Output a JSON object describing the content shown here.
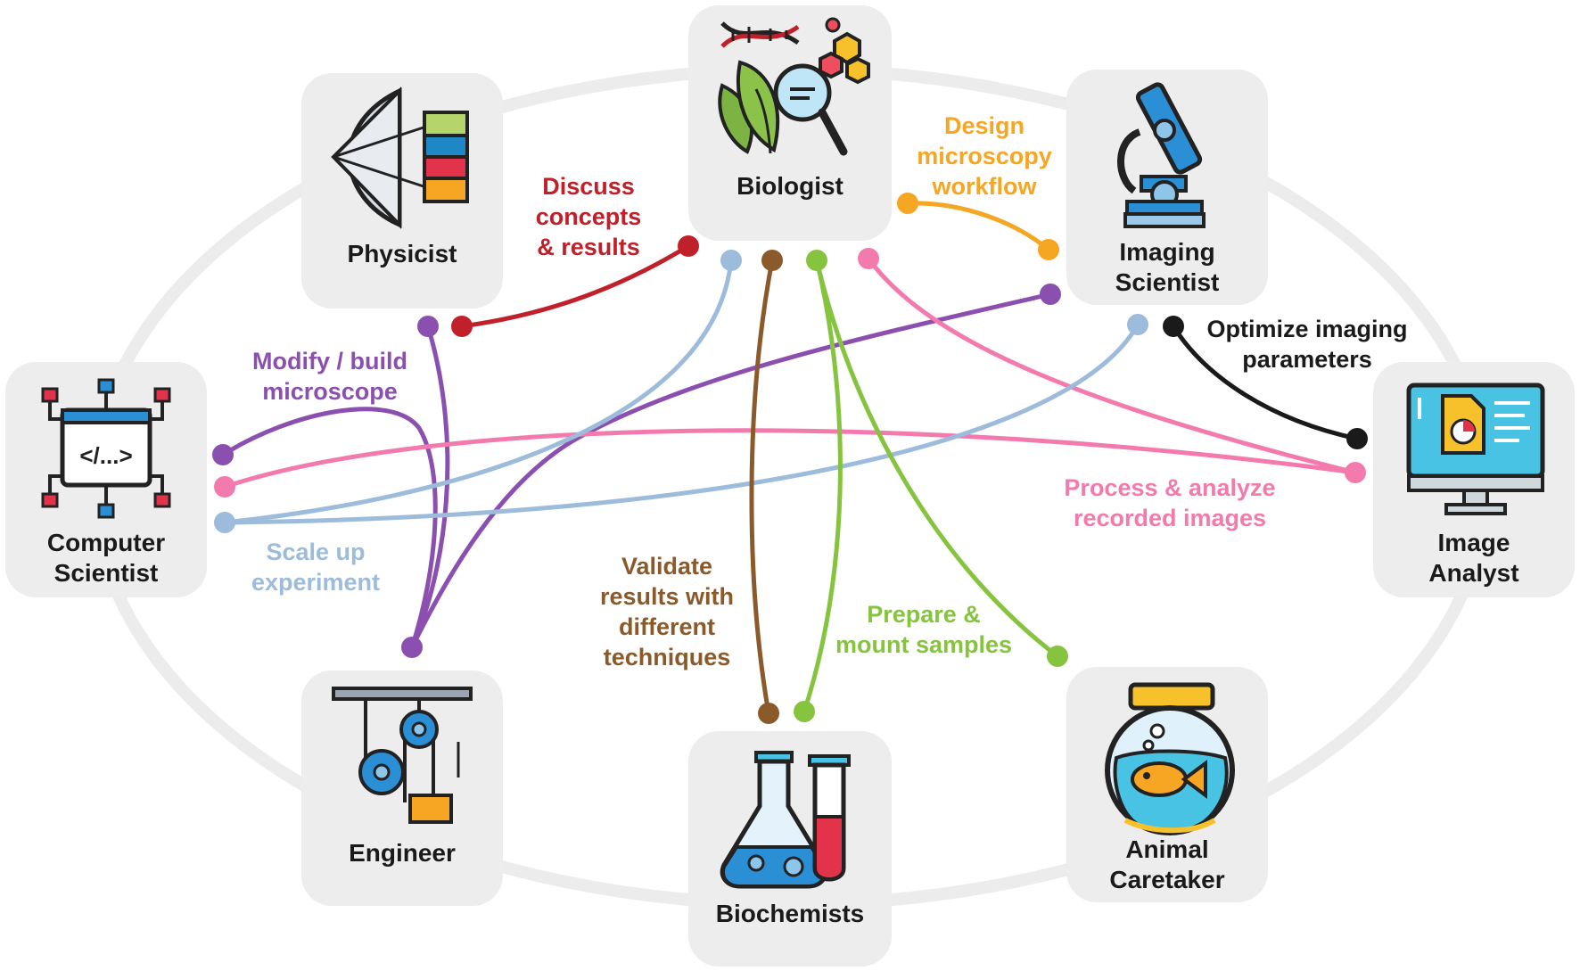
{
  "roles": {
    "biologist": {
      "label": "Biologist",
      "icon": "dna-leaf-magnifier-icon"
    },
    "physicist": {
      "label": "Physicist",
      "icon": "lens-prism-icon"
    },
    "imaging_scientist": {
      "label_line1": "Imaging",
      "label_line2": "Scientist",
      "icon": "microscope-icon"
    },
    "computer_scientist": {
      "label_line1": "Computer",
      "label_line2": "Scientist",
      "icon": "code-chip-icon"
    },
    "image_analyst": {
      "label_line1": "Image",
      "label_line2": "Analyst",
      "icon": "monitor-chart-icon"
    },
    "engineer": {
      "label": "Engineer",
      "icon": "pulley-icon"
    },
    "biochemists": {
      "label": "Biochemists",
      "icon": "flask-test-tube-icon"
    },
    "animal_caretaker": {
      "label_line1": "Animal",
      "label_line2": "Caretaker",
      "icon": "fishbowl-icon"
    }
  },
  "links": {
    "discuss": {
      "lines": [
        "Discuss",
        "concepts",
        "& results"
      ],
      "color": "#c0202a"
    },
    "design": {
      "lines": [
        "Design",
        "microscopy",
        "workflow"
      ],
      "color": "#f5a623"
    },
    "optimize": {
      "lines": [
        "Optimize imaging",
        "parameters"
      ],
      "color": "#1a1a1a"
    },
    "modify": {
      "lines": [
        "Modify / build",
        "microscope"
      ],
      "color": "#8b4fb0"
    },
    "process": {
      "lines": [
        "Process & analyze",
        "recorded images"
      ],
      "color": "#f37aad"
    },
    "scale": {
      "lines": [
        "Scale up",
        "experiment"
      ],
      "color": "#9dbcdb"
    },
    "validate": {
      "lines": [
        "Validate",
        "results with",
        "different",
        "techniques"
      ],
      "color": "#8b5a2b"
    },
    "prepare": {
      "lines": [
        "Prepare &",
        "mount samples"
      ],
      "color": "#86c440"
    }
  }
}
